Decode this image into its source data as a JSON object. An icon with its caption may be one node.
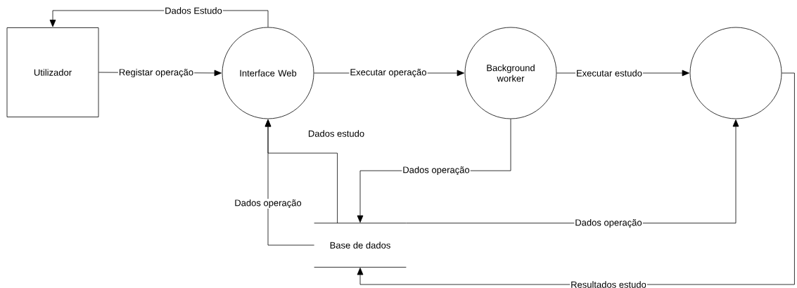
{
  "diagram": {
    "nodes": [
      {
        "text": [
          "Utilizador"
        ]
      },
      {
        "text": [
          "Interface Web"
        ]
      },
      {
        "text": [
          "Background worker"
        ]
      },
      {
        "text": [],
        "shape": "circle"
      },
      {
        "text": [
          "Base de dados"
        ]
      }
    ],
    "edges": [
      {
        "from": 0,
        "to": 1,
        "arrow": "to",
        "label": "Registar operação"
      },
      {
        "from": 1,
        "to": 0,
        "arrow": "to",
        "label": "Dados Estudo"
      },
      {
        "from": 1,
        "to": 2,
        "arrow": "to",
        "label": "Executar operação"
      },
      {
        "from": 2,
        "to": 3,
        "arrow": "to",
        "label": "Executar estudo"
      },
      {
        "from": 2,
        "to": 4,
        "arrow": "to",
        "label": "Dados operação"
      },
      {
        "from": 4,
        "to": 1,
        "arrow": "to",
        "label": "Dados estudo"
      },
      {
        "from": 4,
        "to": 1,
        "arrow": "to",
        "label": "Dados operação"
      },
      {
        "from": 4,
        "to": 3,
        "arrow": "to",
        "label": "Dados operação"
      },
      {
        "from": 3,
        "to": 4,
        "arrow": "to",
        "label": "Resultados estudo"
      }
    ]
  }
}
